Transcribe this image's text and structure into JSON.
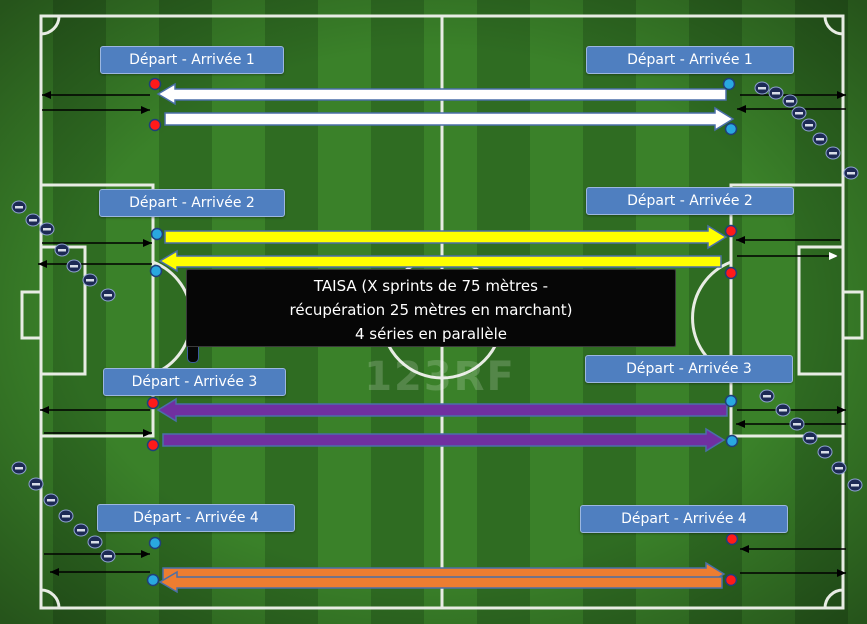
{
  "title": {
    "lines": [
      "TAISA (X sprints de 75 mètres -",
      "récupération 25 mètres en marchant)",
      "4 séries en parallèle"
    ]
  },
  "watermark": "123RF",
  "labels": {
    "lane1_left": "Départ - Arrivée 1",
    "lane1_right": "Départ - Arrivée  1",
    "lane2_left": "Départ - Arrivée 2",
    "lane2_right": "Départ - Arrivée 2",
    "lane3_left": "Départ - Arrivée 3",
    "lane3_right": "Départ - Arrivée 3",
    "lane4_left": "Départ - Arrivée 4",
    "lane4_right": "Départ - Arrivée 4"
  },
  "colors": {
    "grass_dark": "#2f6d22",
    "grass_light": "#3d8a2b",
    "field_line": "#e8ece4",
    "label_bg": "#4f7fc0",
    "lane1": "#ffffff",
    "lane2": "#ffff00",
    "lane3": "#7030a0",
    "lane4": "#ed7d31",
    "start_red": "#ff1a1a",
    "start_blue": "#29a8e0"
  },
  "lanes": [
    "lane1",
    "lane2",
    "lane3",
    "lane4"
  ]
}
